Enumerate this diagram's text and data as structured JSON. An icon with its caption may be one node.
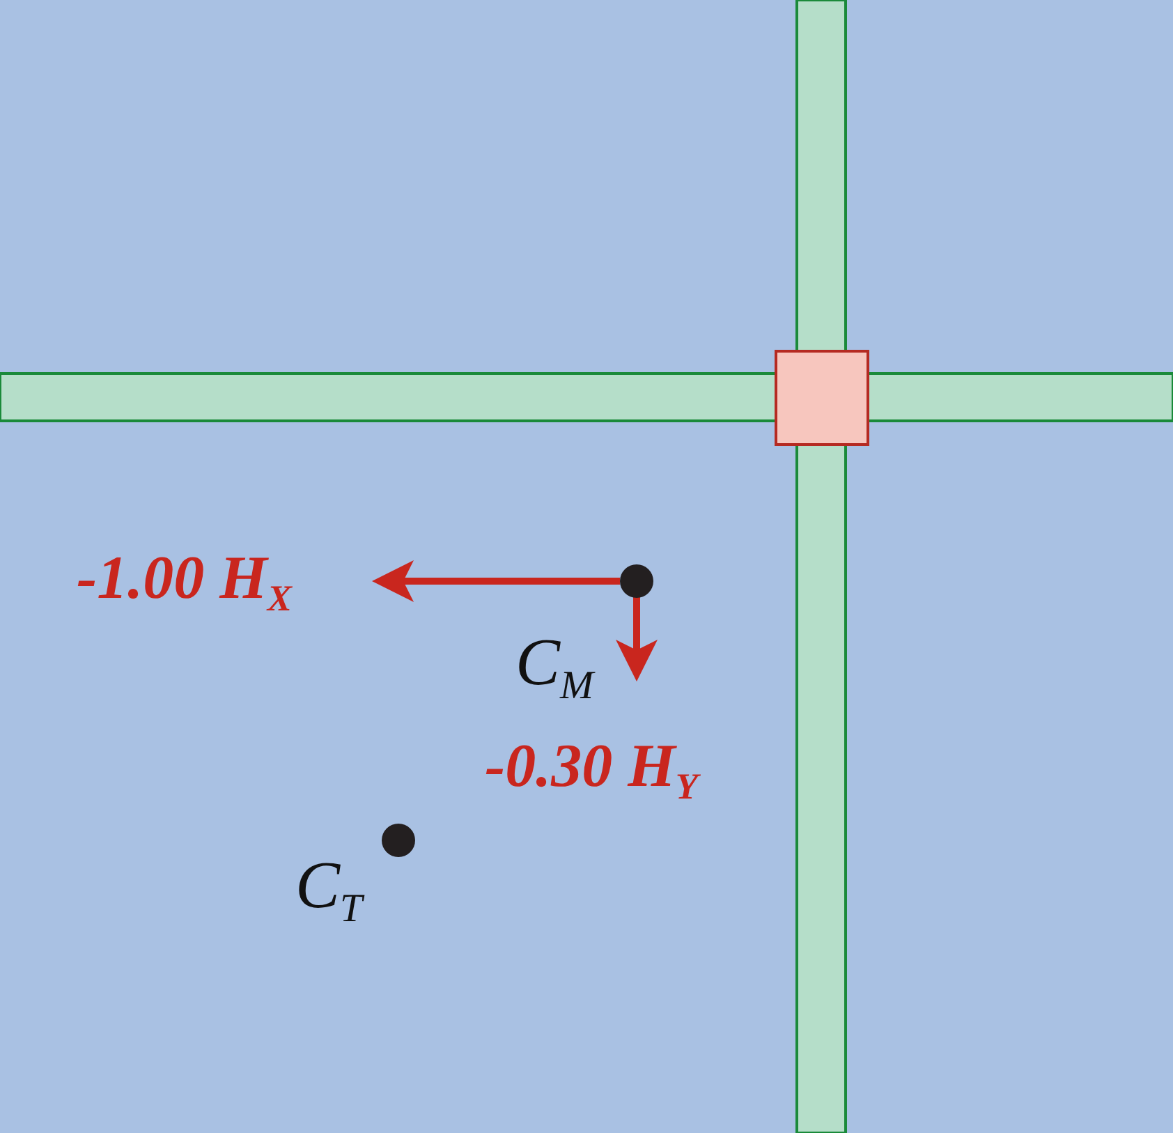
{
  "diagram": {
    "labels": [
      "-1.00 H$_{X}$",
      "C$_{M}$",
      "-0.30 H$_{Y}$",
      "C$_{T}$"
    ]
  }
}
